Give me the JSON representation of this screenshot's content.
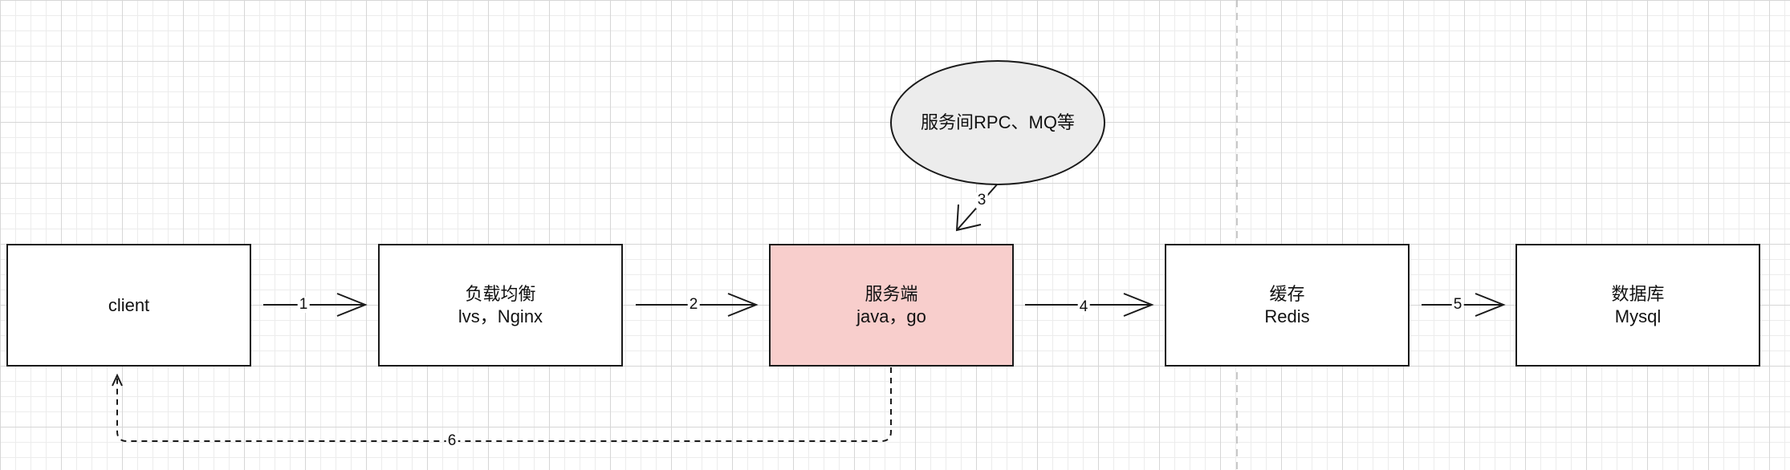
{
  "diagram": {
    "colors": {
      "stroke": "#1a1a1a",
      "server_fill": "#f8cecc",
      "ellipse_fill": "#ececec",
      "background": "#ffffff",
      "grid": "#d6d6d6"
    },
    "nodes": {
      "client": {
        "label": "client"
      },
      "load_balancer": {
        "line1": "负载均衡",
        "line2": "lvs，Nginx"
      },
      "server": {
        "line1": "服务端",
        "line2": "java，go"
      },
      "cache": {
        "line1": "缓存",
        "line2": "Redis"
      },
      "database": {
        "line1": "数据库",
        "line2": "Mysql"
      },
      "rpc": {
        "label": "服务间RPC、MQ等"
      }
    },
    "edges": [
      {
        "from": "client",
        "to": "load_balancer",
        "label": "1",
        "style": "solid"
      },
      {
        "from": "load_balancer",
        "to": "server",
        "label": "2",
        "style": "solid"
      },
      {
        "from": "rpc",
        "to": "server",
        "label": "3",
        "style": "solid"
      },
      {
        "from": "server",
        "to": "cache",
        "label": "4",
        "style": "solid"
      },
      {
        "from": "cache",
        "to": "database",
        "label": "5",
        "style": "solid"
      },
      {
        "from": "server",
        "to": "client",
        "label": "6",
        "style": "dashed"
      }
    ]
  }
}
